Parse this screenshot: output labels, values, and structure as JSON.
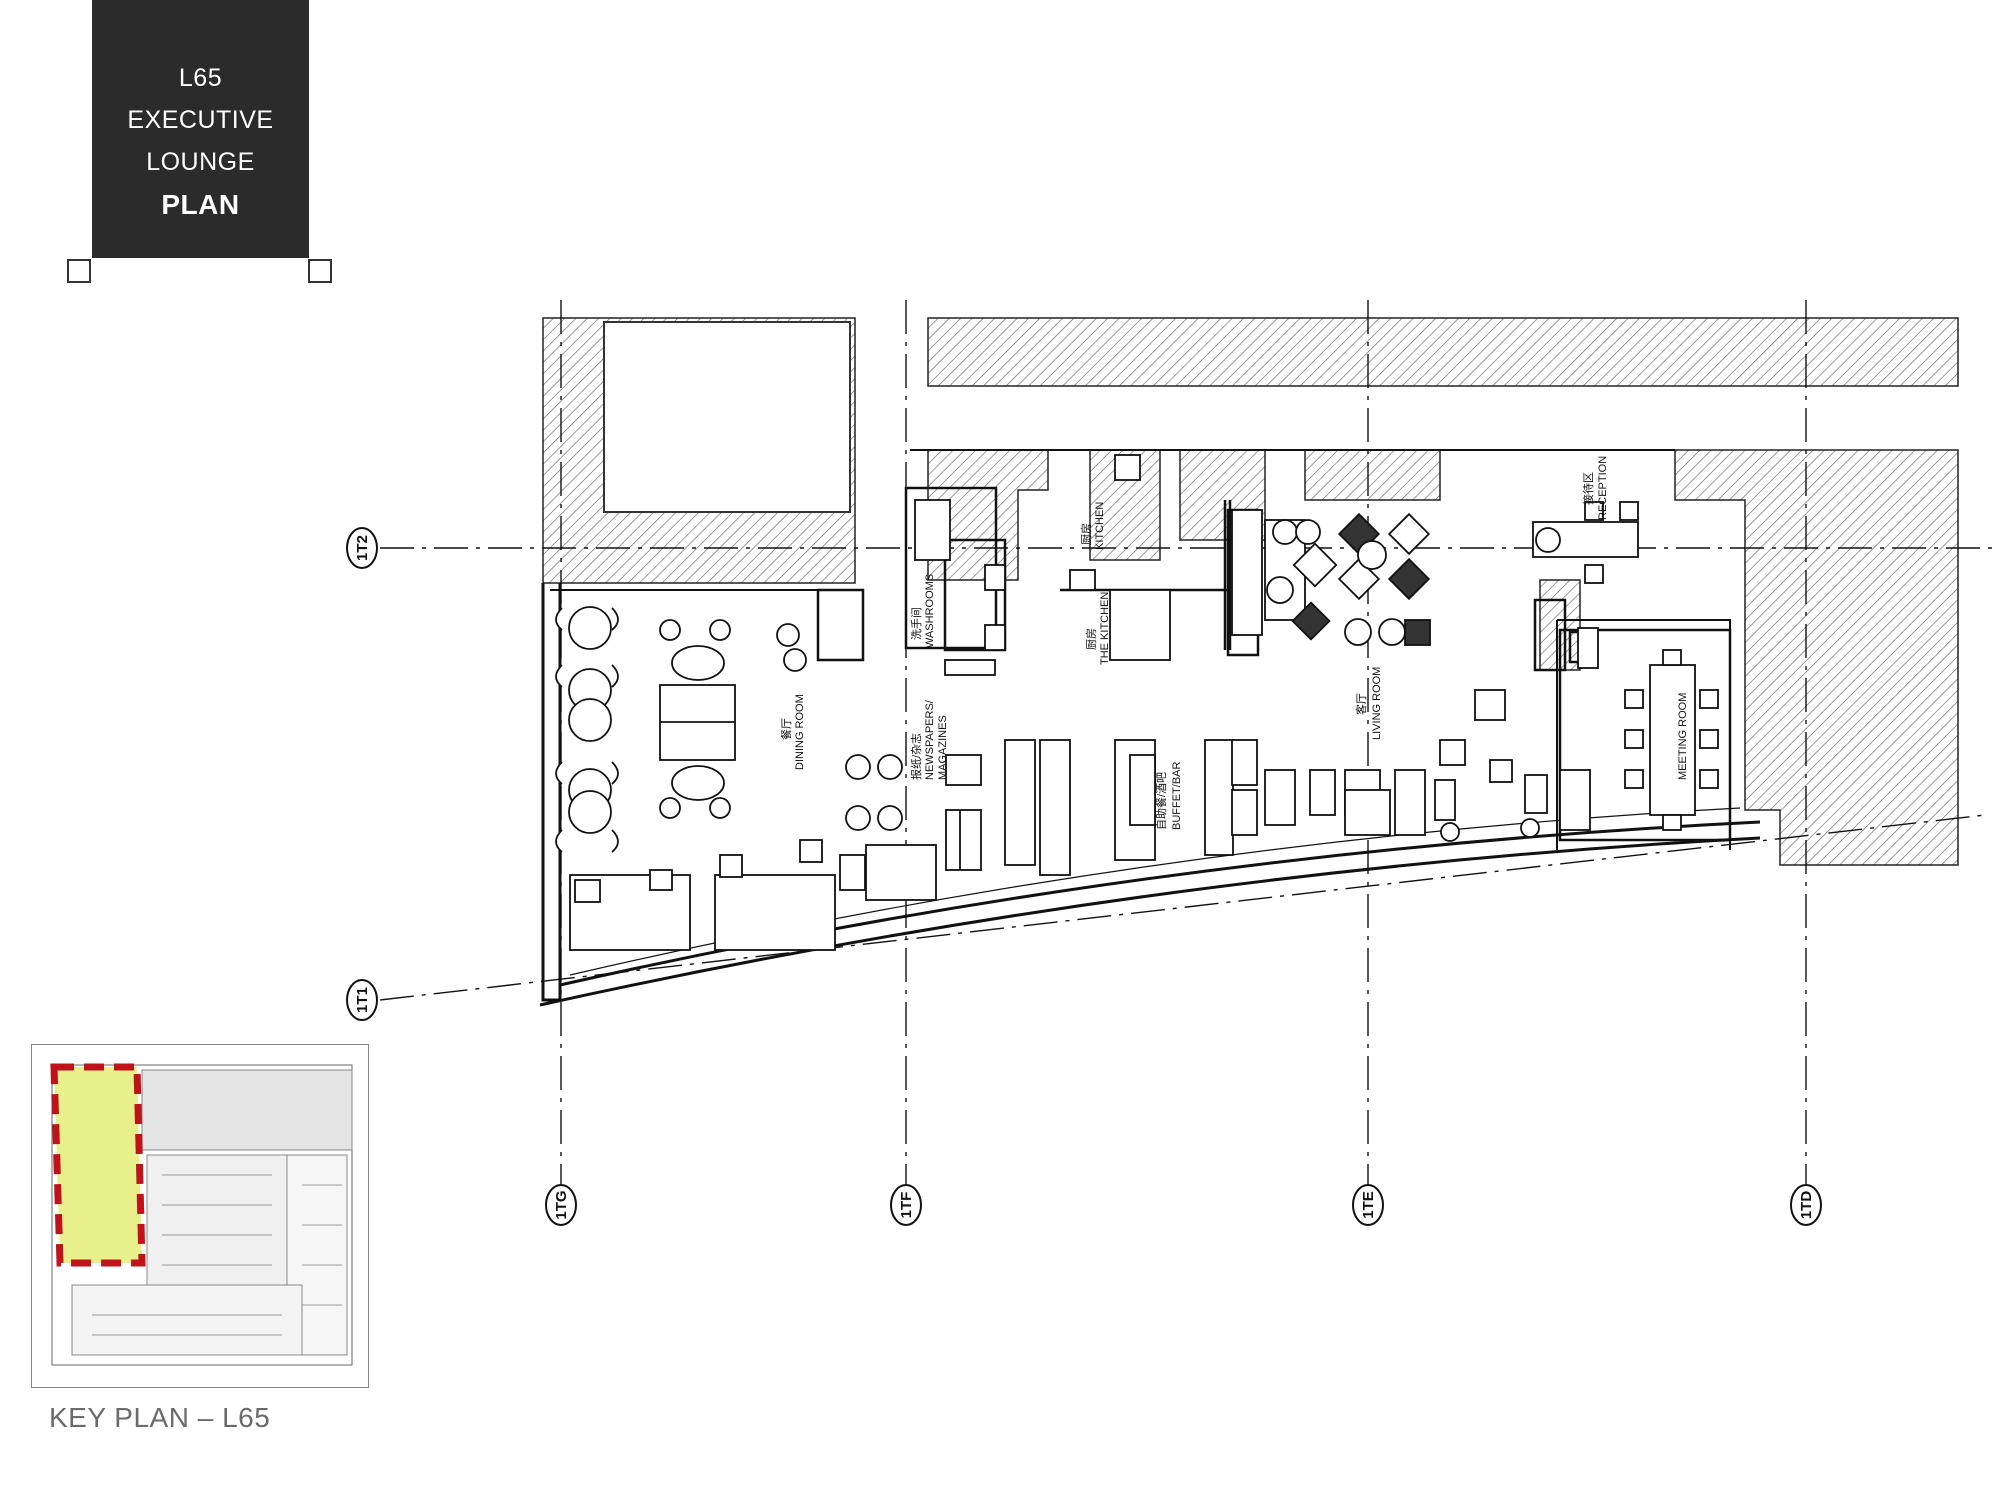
{
  "title_block": {
    "level": "L65",
    "line2": "EXECUTIVE",
    "line3": "LOUNGE",
    "heading": "PLAN"
  },
  "grid_lines": {
    "vertical": [
      "1TG",
      "1TF",
      "1TE",
      "1TD"
    ],
    "horizontal": [
      "1T2",
      "1T1"
    ]
  },
  "rooms": {
    "dining_cn": "餐厅",
    "dining": "DINING ROOM",
    "newspapers_cn": "报纸/杂志",
    "newspapers": "NEWSPAPERS/",
    "magazines": "MAGAZINES",
    "washrooms_cn": "洗手间",
    "washrooms": "WASHROOMS",
    "kitchen_cn": "厨房",
    "kitchen": "KITCHEN",
    "the_kitchen_cn": "厨房",
    "the_kitchen": "THE KITCHEN",
    "buffet_cn": "自助餐/酒吧",
    "buffet": "BUFFET/BAR",
    "living_cn": "客厅",
    "living": "LIVING ROOM",
    "reception_cn": "接待区",
    "reception": "RECEPTION",
    "meeting": "MEETING ROOM"
  },
  "key_plan": {
    "caption": "KEY PLAN – L65",
    "highlight_fill": "#e8f08c",
    "highlight_border": "#c0121b"
  },
  "colors": {
    "title_bg": "#2b2b2b",
    "hatch": "#555555",
    "line": "#111111"
  }
}
